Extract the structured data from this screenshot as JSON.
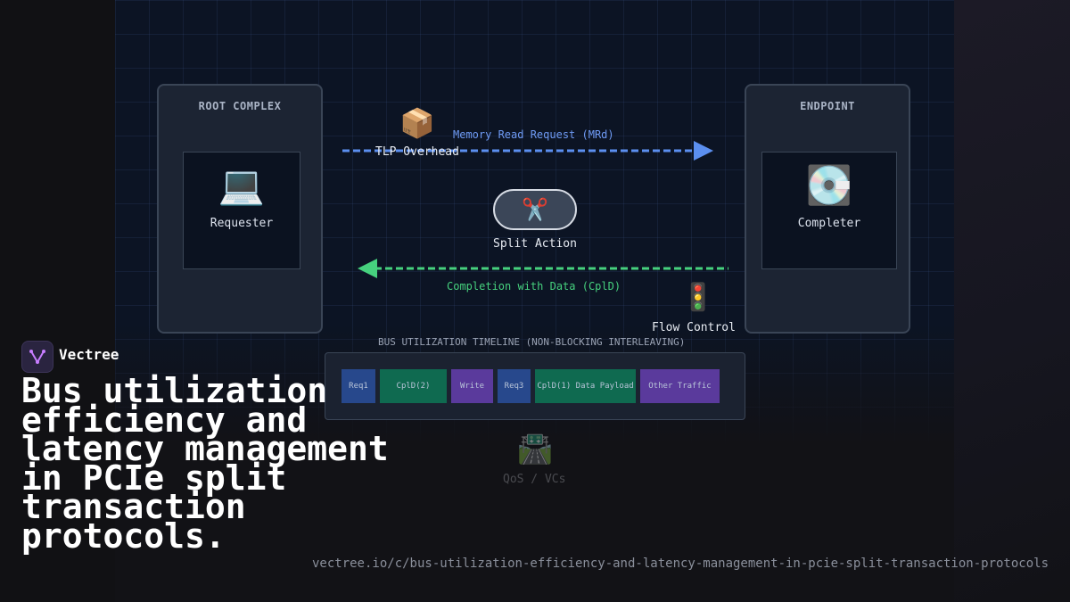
{
  "diagram": {
    "root_complex": {
      "title": "ROOT COMPLEX",
      "node_label": "Requester",
      "icon": "laptop-icon"
    },
    "endpoint": {
      "title": "ENDPOINT",
      "node_label": "Completer",
      "icon": "disk-icon"
    },
    "tlp_overhead_label": "TLP Overhead",
    "request_label": "Memory Read Request (MRd)",
    "split_action_label": "Split Action",
    "completion_label": "Completion with Data (CplD)",
    "flow_control_label": "Flow Control",
    "qos_label": "QoS / VCs",
    "colors": {
      "request": "#5b8ff0",
      "completion": "#46d17e",
      "req_segment": "#27488c",
      "cpld_segment": "#0f6a50",
      "write_segment": "#5a3a9c"
    }
  },
  "timeline": {
    "title": "BUS UTILIZATION TIMELINE (NON-BLOCKING INTERLEAVING)",
    "segments": [
      {
        "label": "Req1",
        "kind": "req"
      },
      {
        "label": "CplD(2)",
        "kind": "cpld"
      },
      {
        "label": "Write",
        "kind": "write"
      },
      {
        "label": "Req3",
        "kind": "req"
      },
      {
        "label": "CplD(1) Data Payload",
        "kind": "cpld"
      },
      {
        "label": "Other Traffic",
        "kind": "write"
      }
    ]
  },
  "brand": {
    "name": "Vectree"
  },
  "headline": "Bus utilization efficiency and latency management in PCIe split transaction protocols.",
  "url": "vectree.io/c/bus-utilization-efficiency-and-latency-management-in-pcie-split-transaction-protocols"
}
